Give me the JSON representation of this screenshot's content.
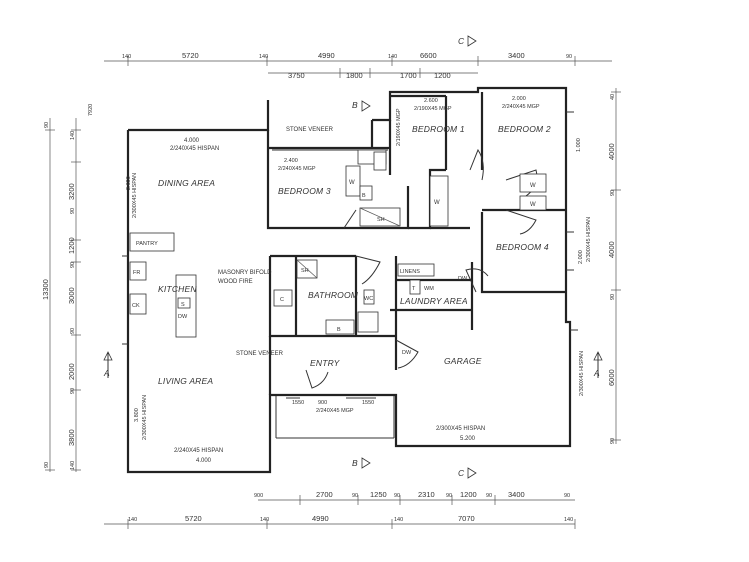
{
  "rooms": {
    "dining": "DINING AREA",
    "living": "LIVING AREA",
    "kitchen": "KITCHEN",
    "bedroom1": "BEDROOM 1",
    "bedroom2": "BEDROOM 2",
    "bedroom3": "BEDROOM 3",
    "bedroom4": "BEDROOM 4",
    "bathroom": "BATHROOM",
    "laundry": "LAUNDRY AREA",
    "garage": "GARAGE",
    "entry": "ENTRY",
    "pantry": "PANTRY",
    "linens": "LINENS"
  },
  "notes": {
    "stone_veneer_top": "STONE VENEER",
    "stone_veneer_bottom": "STONE VENEER",
    "fire_line1": "MASONRY BIFOLD",
    "fire_line2": "WOOD FIRE"
  },
  "beams": {
    "dining_len": "4.000",
    "dining_spec": "2/240X45 HISPAN",
    "bed3_len": "2.400",
    "bed3_spec": "2/240X45 MGP",
    "bed1_len": "2.600",
    "bed1_spec": "2/190X45 MGP",
    "bed2_len": "2.000",
    "bed2_spec": "2/240X45 MGP",
    "entry_spec": "2/240X45 MGP",
    "living_spec": "2/240X45 HISPAN",
    "living_len": "4.000",
    "garage_spec": "2/300X45 HISPAN",
    "garage_len": "5.200",
    "left_dining_spec": "2/300X45 HISPAN",
    "left_dining_len": "2.600",
    "left_living_spec": "2/300X45 HISPAN",
    "left_living_len": "3.800",
    "right_garage_spec": "2/300X45 HISPAN",
    "right_bed_spec": "2/300X45 HISPAN",
    "right_bed4_len": "2.000",
    "right_bed2_len": "1.000",
    "linen_side": "2/190X45 MGP"
  },
  "dims": {
    "top": [
      "140",
      "5720",
      "140",
      "4990",
      "140",
      "6600",
      "3400",
      "90"
    ],
    "top_sub": [
      "3750",
      "1800",
      "1700",
      "1200"
    ],
    "bottom_chain": [
      "900",
      "2700",
      "90",
      "1250",
      "90",
      "2310",
      "90",
      "1200",
      "90",
      "3400",
      "90"
    ],
    "bottom": [
      "140",
      "5720",
      "140",
      "4990",
      "140",
      "7070",
      "140"
    ],
    "left_outer": [
      "90",
      "13300",
      "90"
    ],
    "left_inner": [
      "140",
      "3200",
      "90",
      "1200",
      "90",
      "3000",
      "90",
      "2000",
      "90",
      "3800",
      "140"
    ],
    "left_top": "7920",
    "right": [
      "40",
      "4000",
      "90",
      "4000",
      "90",
      "6000",
      "90"
    ],
    "entry_sub": [
      "1550",
      "900",
      "1550"
    ]
  },
  "fixtures": {
    "fridge": "FR",
    "cooktop": "CK",
    "sink": "S",
    "dishwasher": "DW",
    "wardrobe": "W",
    "shower": "SH",
    "bath": "B",
    "toilet": "WC",
    "trough": "T",
    "washer": "WM",
    "basin": "B",
    "closet": "C"
  },
  "sections": {
    "a": "A",
    "b": "B",
    "c": "C"
  }
}
